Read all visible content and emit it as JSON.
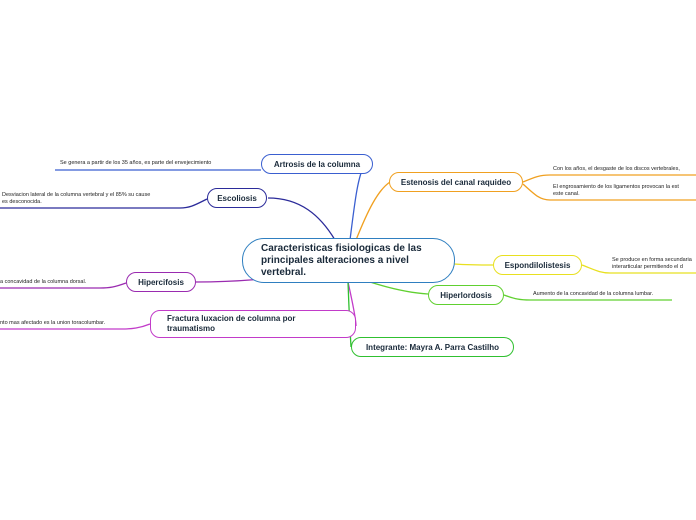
{
  "center": {
    "title": "Caracteristicas fisiologicas de las principales alteraciones a nivel vertebral."
  },
  "branches": [
    {
      "id": "artrosis",
      "label": "Artrosis de la columna",
      "color": "#3a5fd0",
      "notes": [
        "Se genera a partir de los 35 años, es parte del envejecimiento"
      ]
    },
    {
      "id": "escoliosis",
      "label": "Escoliosis",
      "color": "#2b2b9a",
      "notes": [
        "Desviacion lateral de la columna vertebral y el 85% su cause",
        "es desconocida."
      ]
    },
    {
      "id": "hipercifosis",
      "label": "Hipercifosis",
      "color": "#9a2bb0",
      "notes": [
        "a concavidad de la columna dorsal."
      ]
    },
    {
      "id": "fractura",
      "label": "Fractura luxacion de columna por traumatismo",
      "color": "#c23bc9",
      "notes": [
        "nto mas afectado es la union toracolumbar."
      ]
    },
    {
      "id": "estenosis",
      "label": "Estenosis del canal raquideo",
      "color": "#f0a020",
      "notes": [
        "Con los años, el desgaste de los discos vertebrales,",
        "El engrosamiento de los ligamentos provocan la est",
        "este canal."
      ]
    },
    {
      "id": "espondilolistesis",
      "label": "Espondilolistesis",
      "color": "#e8e020",
      "notes": [
        "Se produce en forma secundaria",
        "interarticular permitiendo el d"
      ]
    },
    {
      "id": "hiperlordosis",
      "label": "Hiperlordosis",
      "color": "#60d030",
      "notes": [
        "Aumento de la concavidad de la columna lumbar."
      ]
    },
    {
      "id": "integrante",
      "label": "Integrante: Mayra A. Parra Castilho",
      "color": "#30c030",
      "notes": []
    }
  ]
}
